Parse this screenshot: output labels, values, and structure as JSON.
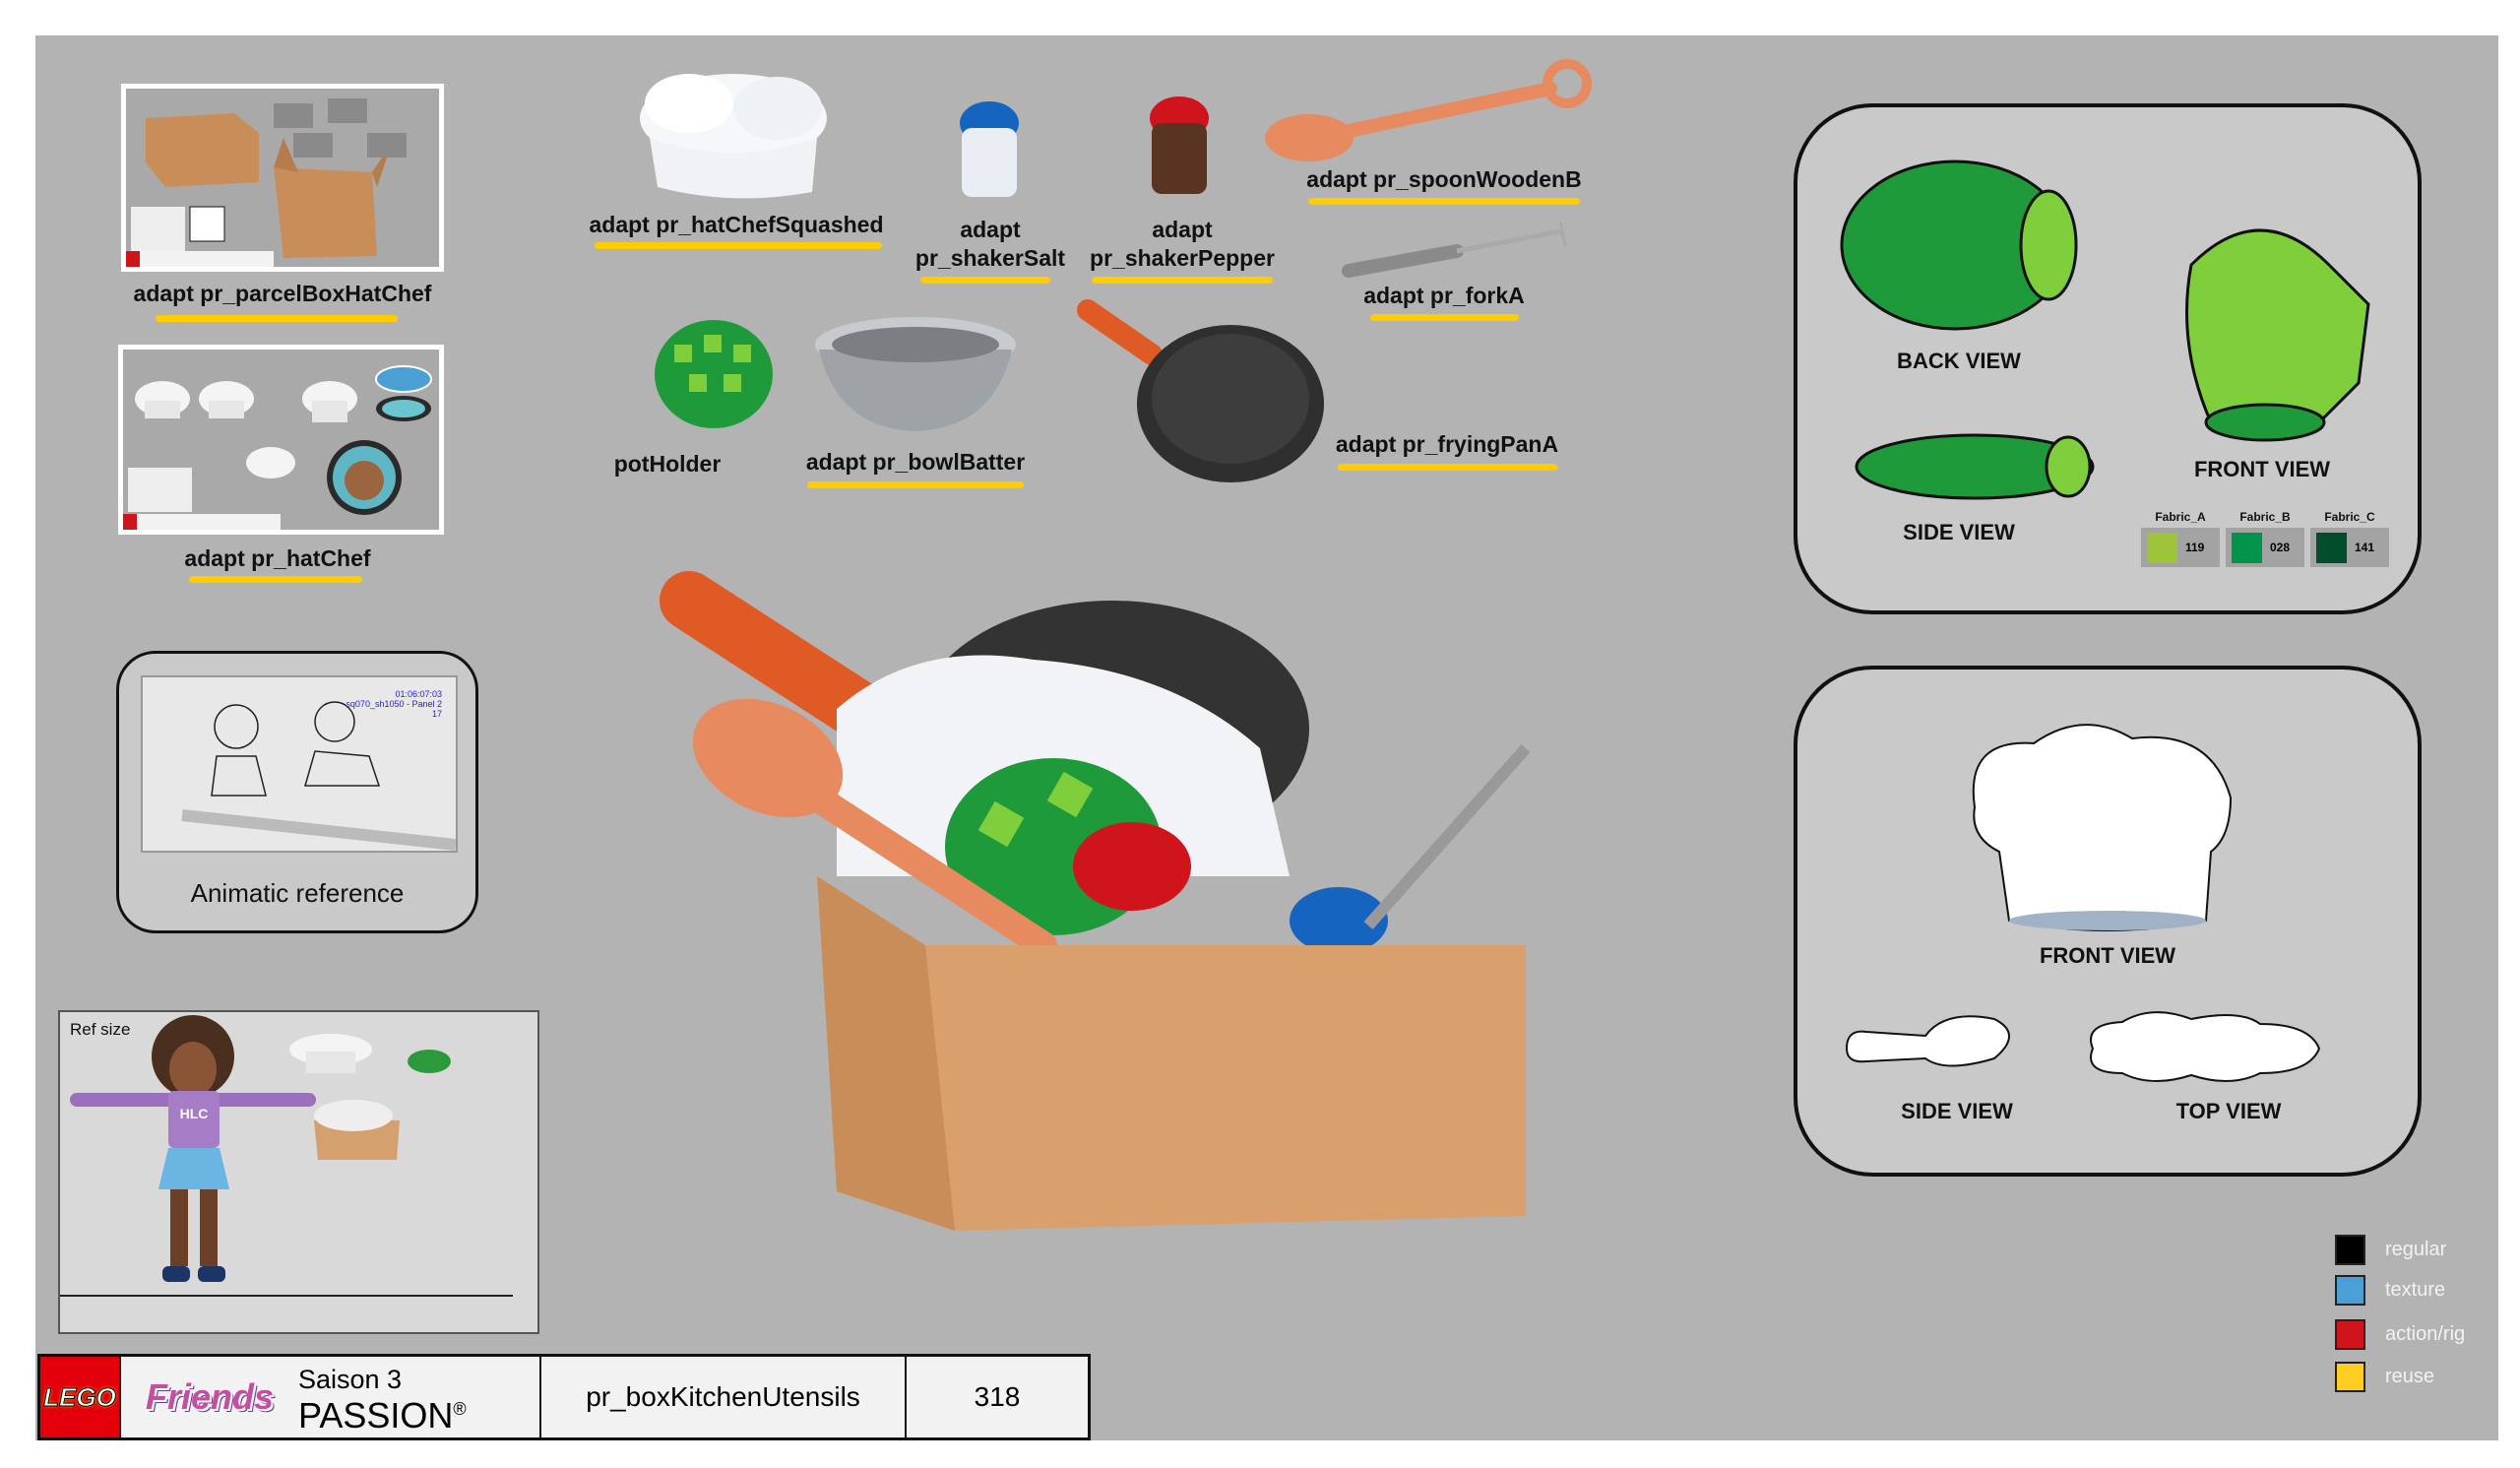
{
  "references": [
    {
      "label": "adapt pr_parcelBoxHatChef"
    },
    {
      "label": "adapt pr_hatChef"
    }
  ],
  "animatic": {
    "label": "Animatic reference",
    "timecode": "01:06:07:03",
    "shot": "sq070_sh1050 - Panel 2",
    "frame": "17"
  },
  "ref_size": {
    "label": "Ref size",
    "shirt_text": "HLC"
  },
  "props": {
    "hatChefSquashed": "adapt pr_hatChefSquashed",
    "shakerSalt_1": "adapt",
    "shakerSalt_2": "pr_shakerSalt",
    "shakerPepper_1": "adapt",
    "shakerPepper_2": "pr_shakerPepper",
    "spoonWoodenB": "adapt pr_spoonWoodenB",
    "forkA": "adapt pr_forkA",
    "potHolder": "potHolder",
    "bowlBatter": "adapt pr_bowlBatter",
    "fryingPanA": "adapt pr_fryingPanA"
  },
  "potholder_panel": {
    "back": "BACK VIEW",
    "side": "SIDE VIEW",
    "front": "FRONT VIEW",
    "fabrics": [
      {
        "name": "Fabric_A",
        "code": "119",
        "color": "#9dc43a"
      },
      {
        "name": "Fabric_B",
        "code": "028",
        "color": "#00944a"
      },
      {
        "name": "Fabric_C",
        "code": "141",
        "color": "#024d2c"
      }
    ]
  },
  "hat_panel": {
    "front": "FRONT VIEW",
    "side": "SIDE VIEW",
    "top": "TOP VIEW"
  },
  "legend": [
    {
      "label": "regular",
      "color": "#000000"
    },
    {
      "label": "texture",
      "color": "#4a9fd4"
    },
    {
      "label": "action/rig",
      "color": "#d0141b"
    },
    {
      "label": "reuse",
      "color": "#ffcc22"
    }
  ],
  "title_block": {
    "brand": "LEGO",
    "series": "Friends",
    "season": "Saison 3",
    "subtitle": "PASSION",
    "reg": "®",
    "asset": "pr_boxKitchenUtensils",
    "number": "318"
  }
}
